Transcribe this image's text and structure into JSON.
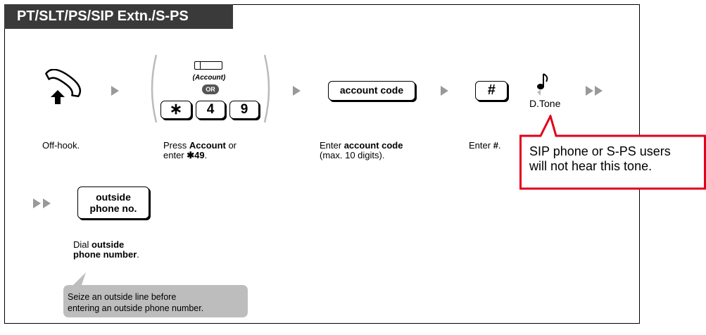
{
  "header": {
    "title": "PT/SLT/PS/SIP Extn./S-PS"
  },
  "step1": {
    "label": "Off-hook."
  },
  "step2": {
    "account_caption": "(Account)",
    "or_text": "OR",
    "keys": [
      "∗",
      "4",
      "9"
    ],
    "label_pre": "Press ",
    "label_bold": "Account",
    "label_mid": " or",
    "label_line2_pre": "enter ",
    "label_line2_bold": "✱49",
    "label_line2_post": "."
  },
  "step3": {
    "key_label": "account code",
    "label_pre": "Enter ",
    "label_bold": "account code",
    "label_line2": "(max. 10 digits)."
  },
  "step4": {
    "key_label": "#",
    "label_pre": "Enter ",
    "label_bold": "#",
    "label_post": "."
  },
  "tone": {
    "label": "D.Tone"
  },
  "callout": {
    "text_line1": "SIP phone or S-PS users",
    "text_line2": "will not hear this tone."
  },
  "step5": {
    "key_line1": "outside",
    "key_line2": "phone no.",
    "label_pre": "Dial ",
    "label_bold_line1": "outside",
    "label_bold_line2": "phone number",
    "label_post": "."
  },
  "note": {
    "line1": "Seize an outside line before",
    "line2": "entering an outside phone number."
  },
  "colors": {
    "callout_border": "#e2001a",
    "title_bg": "#3a3a3a",
    "note_bg": "#bdbdbd",
    "arrow": "#999999"
  }
}
